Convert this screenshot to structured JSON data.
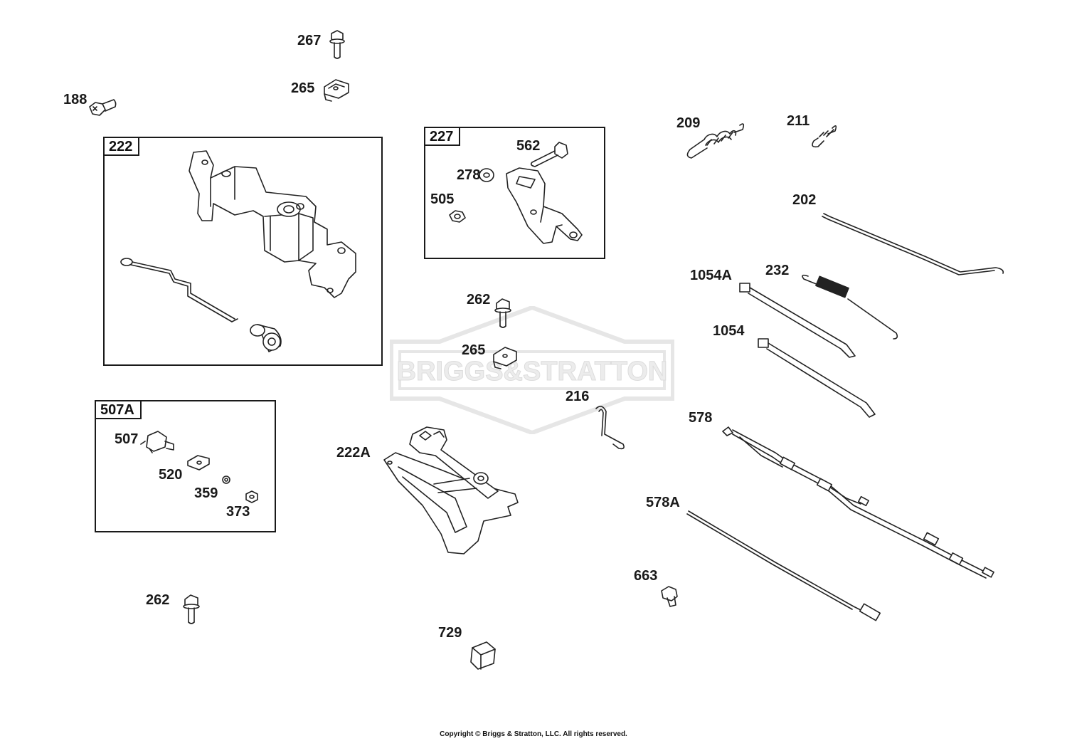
{
  "watermark": {
    "text": "BRIGGS&STRATTON"
  },
  "footer": {
    "copyright": "Copyright © Briggs & Stratton, LLC. All rights reserved."
  },
  "groups": {
    "g222": "222",
    "g227": "227",
    "g507a": "507A"
  },
  "labels": {
    "p267": "267",
    "p265a": "265",
    "p188": "188",
    "p209": "209",
    "p211": "211",
    "p562": "562",
    "p278": "278",
    "p505": "505",
    "p202": "202",
    "p1054a": "1054A",
    "p232": "232",
    "p262a": "262",
    "p1054": "1054",
    "p265b": "265",
    "p216": "216",
    "p578": "578",
    "p507": "507",
    "p222a": "222A",
    "p520": "520",
    "p359": "359",
    "p373": "373",
    "p578a": "578A",
    "p663": "663",
    "p262b": "262",
    "p729": "729"
  }
}
